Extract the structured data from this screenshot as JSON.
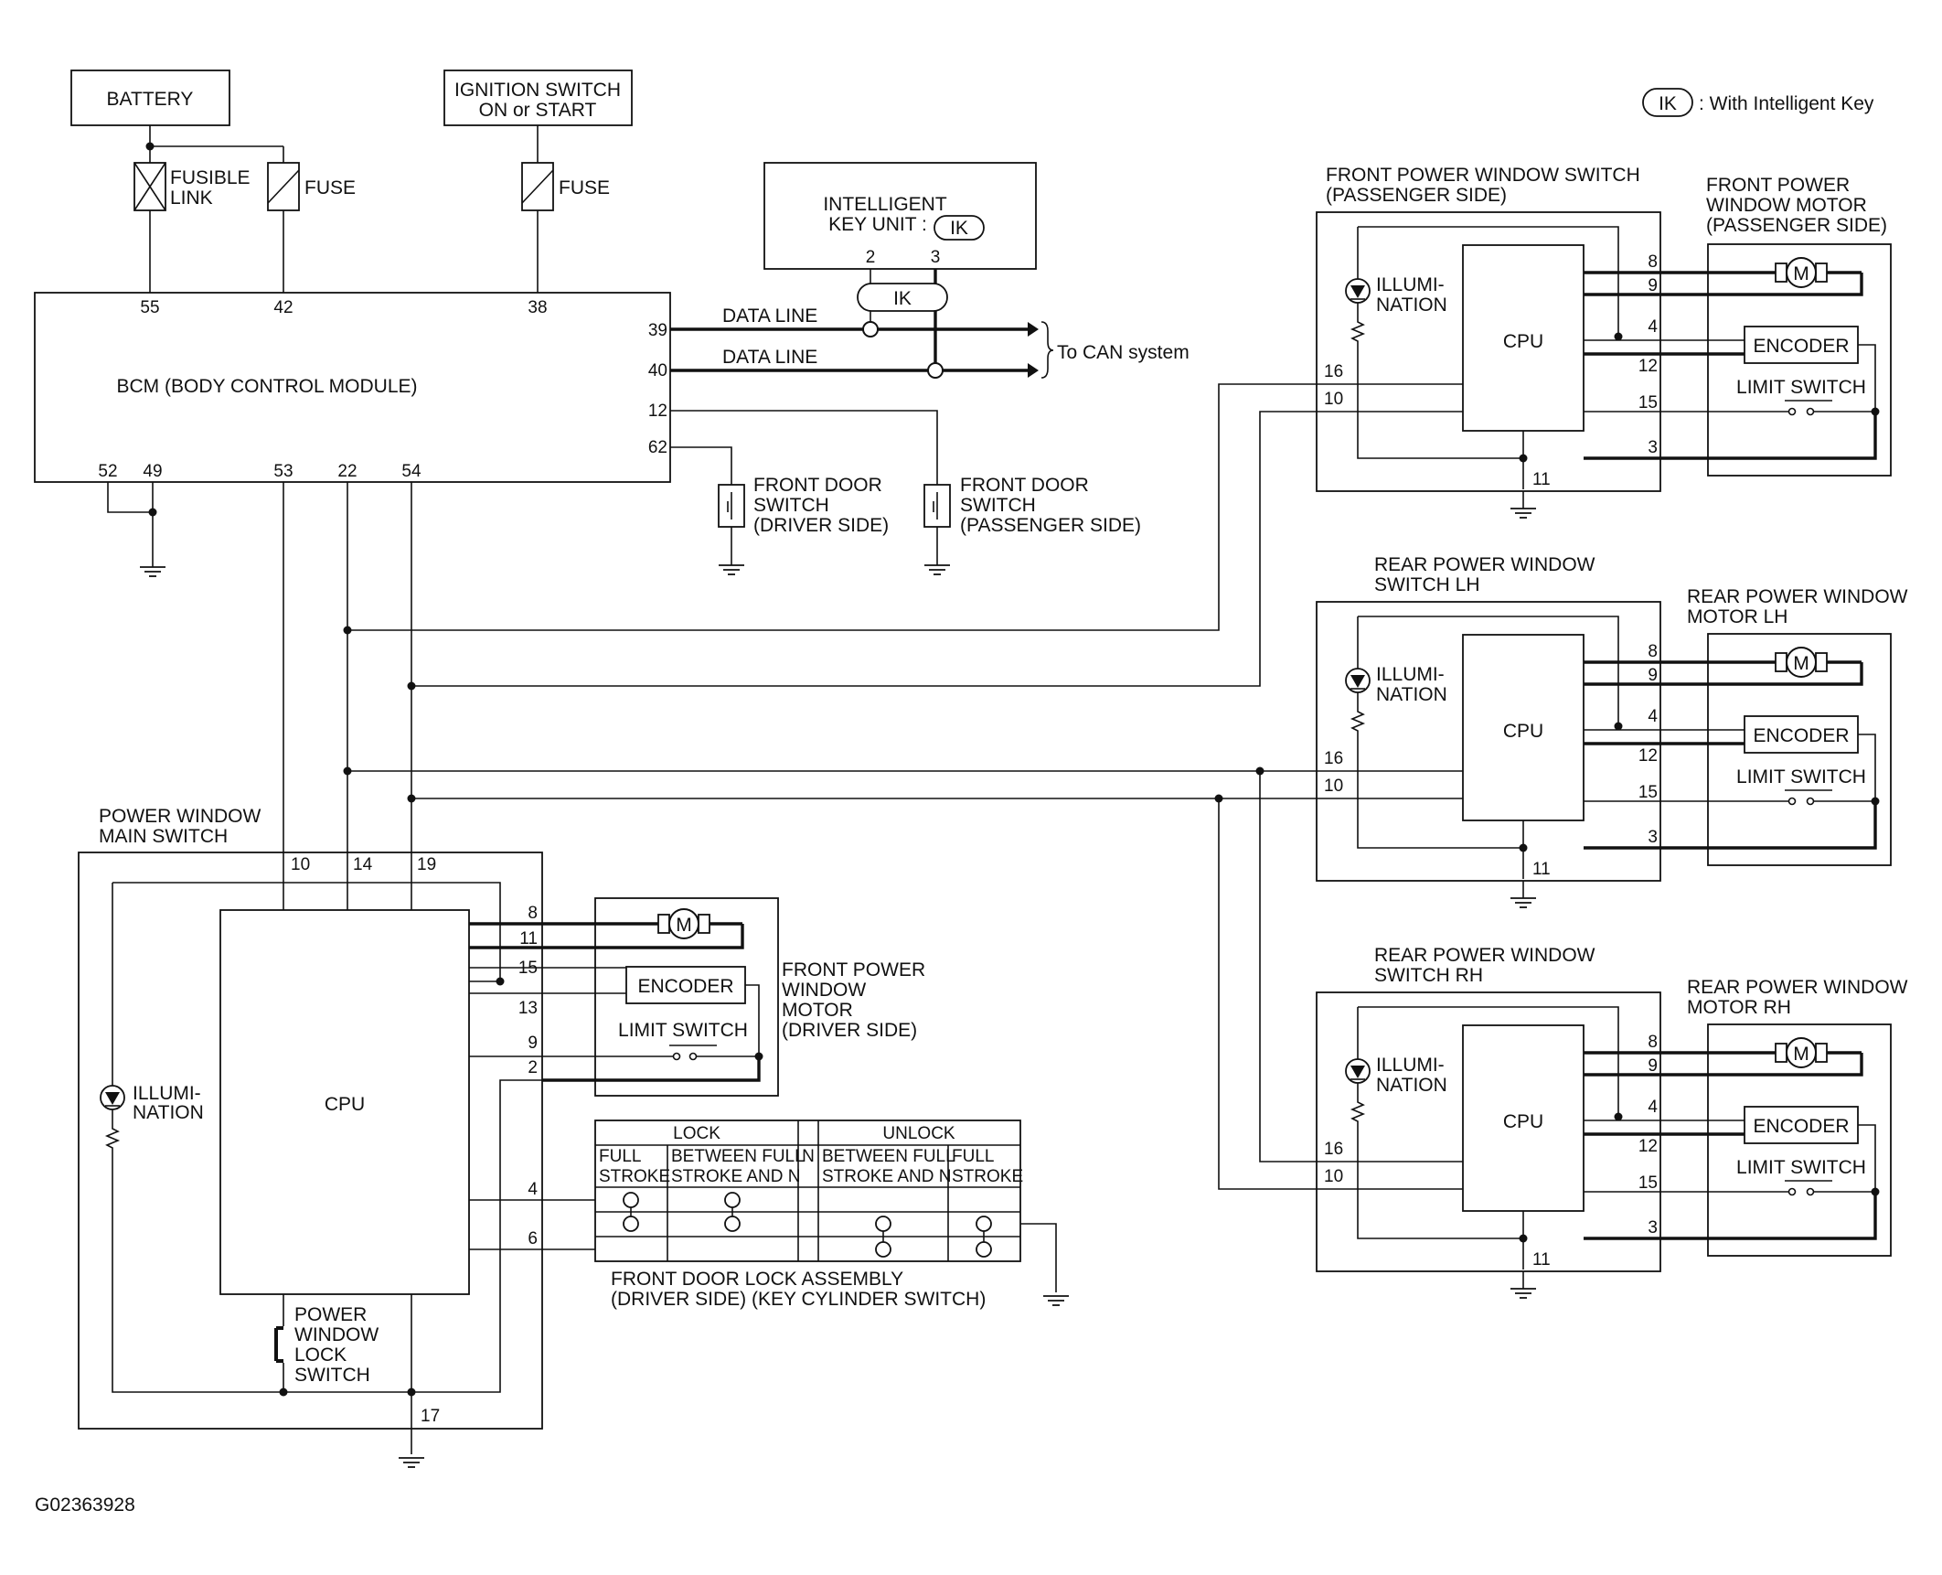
{
  "legend": {
    "ik": "IK",
    "text": ": With Intelligent Key"
  },
  "top": {
    "battery": "BATTERY",
    "fusible_link_1": "FUSIBLE",
    "fusible_link_2": "LINK",
    "fuse": "FUSE",
    "ign_1": "IGNITION SWITCH",
    "ign_2": "ON or START",
    "ign_fuse": "FUSE"
  },
  "bcm": {
    "label": "BCM (BODY CONTROL MODULE)",
    "pins": {
      "p55": "55",
      "p42": "42",
      "p38": "38",
      "p39": "39",
      "p40": "40",
      "p12": "12",
      "p62": "62",
      "p52": "52",
      "p49": "49",
      "p53": "53",
      "p22": "22",
      "p54": "54"
    }
  },
  "ikey": {
    "l1": "INTELLIGENT",
    "l2": "KEY UNIT :",
    "tag": "IK",
    "pin2": "2",
    "pin3": "3",
    "connector": "IK"
  },
  "can": {
    "data_line_1": "DATA LINE",
    "data_line_2": "DATA LINE",
    "to_can": "To CAN system"
  },
  "door_sw_driver": {
    "l1": "FRONT DOOR",
    "l2": "SWITCH",
    "l3": "(DRIVER SIDE)"
  },
  "door_sw_pass": {
    "l1": "FRONT DOOR",
    "l2": "SWITCH",
    "l3": "(PASSENGER SIDE)"
  },
  "fp_switch": {
    "title_1": "FRONT POWER WINDOW SWITCH",
    "title_2": "(PASSENGER SIDE)",
    "illum_1": "ILLUMI-",
    "illum_2": "NATION",
    "cpu": "CPU",
    "pins": {
      "p8": "8",
      "p9": "9",
      "p4": "4",
      "p12": "12",
      "p15": "15",
      "p3": "3",
      "p16": "16",
      "p10": "10",
      "p11": "11"
    }
  },
  "fp_motor": {
    "title_1": "FRONT POWER",
    "title_2": "WINDOW MOTOR",
    "title_3": "(PASSENGER SIDE)",
    "m": "M",
    "encoder": "ENCODER",
    "limit": "LIMIT SWITCH"
  },
  "rl_switch": {
    "title_1": "REAR POWER WINDOW",
    "title_2": "SWITCH LH",
    "illum_1": "ILLUMI-",
    "illum_2": "NATION",
    "cpu": "CPU",
    "pins": {
      "p8": "8",
      "p9": "9",
      "p4": "4",
      "p12": "12",
      "p15": "15",
      "p3": "3",
      "p16": "16",
      "p10": "10",
      "p11": "11"
    }
  },
  "rl_motor": {
    "title_1": "REAR POWER WINDOW",
    "title_2": "MOTOR LH",
    "m": "M",
    "encoder": "ENCODER",
    "limit": "LIMIT SWITCH"
  },
  "rr_switch": {
    "title_1": "REAR POWER WINDOW",
    "title_2": "SWITCH RH",
    "illum_1": "ILLUMI-",
    "illum_2": "NATION",
    "cpu": "CPU",
    "pins": {
      "p8": "8",
      "p9": "9",
      "p4": "4",
      "p12": "12",
      "p15": "15",
      "p3": "3",
      "p16": "16",
      "p10": "10",
      "p11": "11"
    }
  },
  "rr_motor": {
    "title_1": "REAR POWER WINDOW",
    "title_2": "MOTOR RH",
    "m": "M",
    "encoder": "ENCODER",
    "limit": "LIMIT SWITCH"
  },
  "main_switch": {
    "title_1": "POWER WINDOW",
    "title_2": "MAIN SWITCH",
    "cpu": "CPU",
    "illum_1": "ILLUMI-",
    "illum_2": "NATION",
    "lock_1": "POWER",
    "lock_2": "WINDOW",
    "lock_3": "LOCK",
    "lock_4": "SWITCH",
    "pins": {
      "p10": "10",
      "p14": "14",
      "p19": "19",
      "p8": "8",
      "p11": "11",
      "p15": "15",
      "p13": "13",
      "p9": "9",
      "p2": "2",
      "p4": "4",
      "p6": "6",
      "p17": "17"
    }
  },
  "fd_motor": {
    "title_1": "FRONT POWER",
    "title_2": "WINDOW",
    "title_3": "MOTOR",
    "title_4": "(DRIVER SIDE)",
    "m": "M",
    "encoder": "ENCODER",
    "limit": "LIMIT SWITCH"
  },
  "key_table": {
    "lock": "LOCK",
    "unlock": "UNLOCK",
    "n": "N",
    "c1_1": "FULL",
    "c1_2": "STROKE",
    "c2_1": "BETWEEN FULL",
    "c2_2": "STROKE AND N",
    "c4_1": "BETWEEN FULL",
    "c4_2": "STROKE AND N",
    "c5_1": "FULL",
    "c5_2": "STROKE",
    "caption_1": "FRONT DOOR LOCK ASSEMBLY",
    "caption_2": "(DRIVER SIDE) (KEY CYLINDER SWITCH)"
  },
  "figure_id": "G02363928"
}
